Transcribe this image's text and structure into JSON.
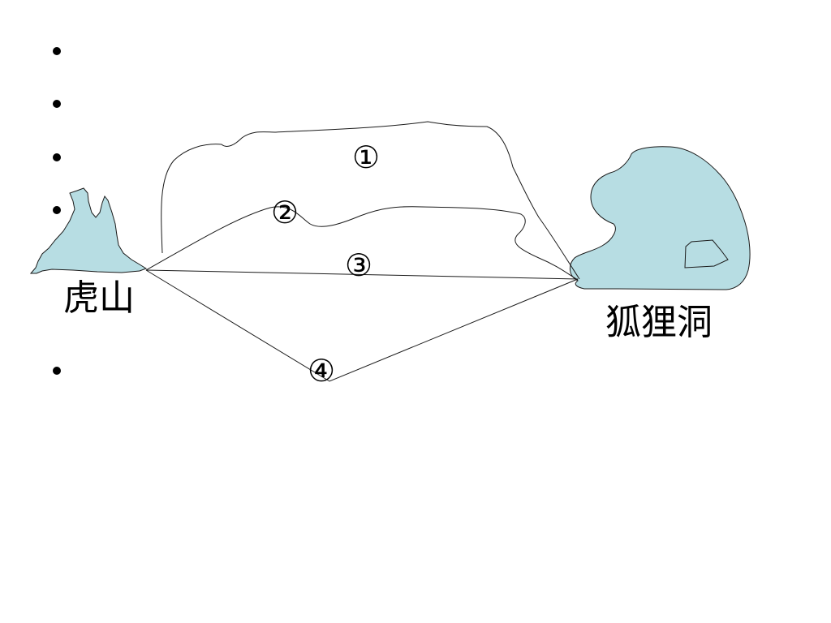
{
  "places": {
    "tiger_mountain": "虎山",
    "fox_den": "狐狸洞"
  },
  "routes": [
    {
      "label": "①"
    },
    {
      "label": "②"
    },
    {
      "label": "③"
    },
    {
      "label": "④"
    }
  ],
  "colors": {
    "land_fill": "#b7dde3",
    "stroke": "#1a1a1a",
    "background": "#ffffff"
  }
}
